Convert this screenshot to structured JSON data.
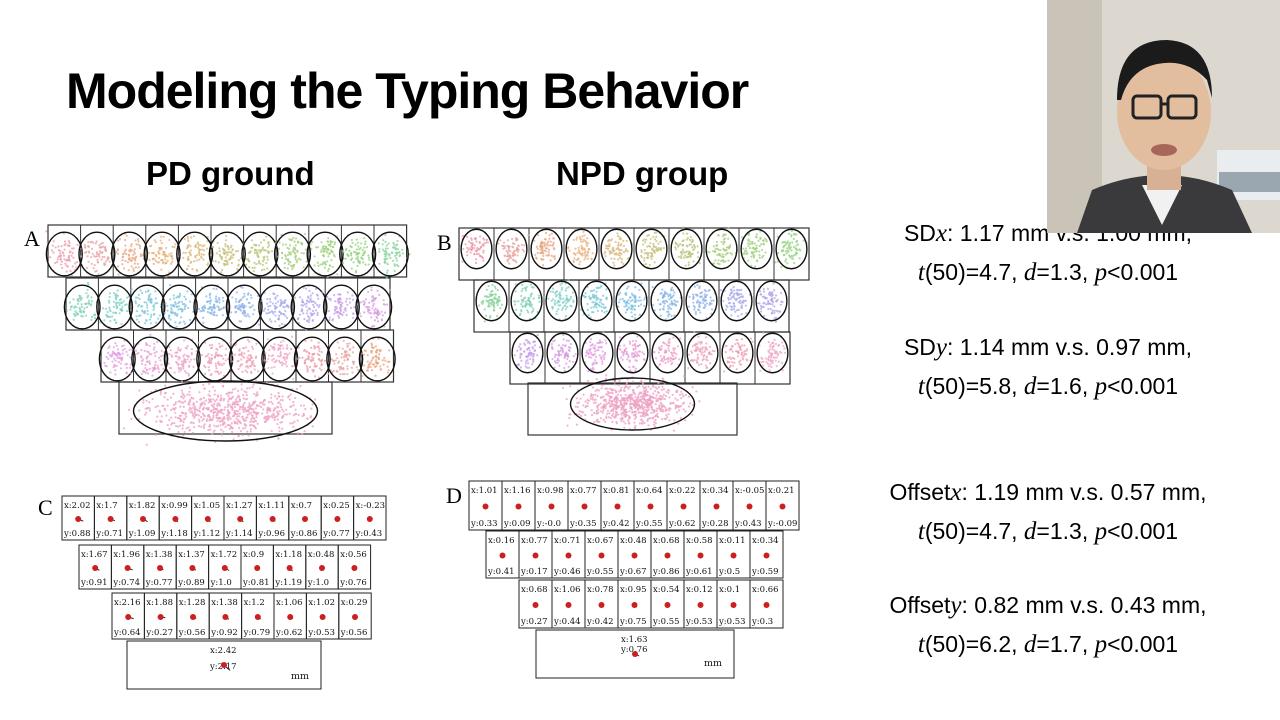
{
  "title": "Modeling the Typing Behavior",
  "columns": {
    "left": "PD ground",
    "right": "NPD group"
  },
  "panel_labels": {
    "a": "A",
    "b": "B",
    "c": "C",
    "d": "D"
  },
  "unit_label": "mm",
  "stats": [
    {
      "var": "SD",
      "sub": "x",
      "text": ": 1.17 mm v.s. 1.00 mm,",
      "line2": {
        "t": "(50)=4.7, ",
        "d": "=1.3, ",
        "p": "<0.001"
      }
    },
    {
      "var": "SD",
      "sub": "y",
      "text": ": 1.14 mm v.s. 0.97 mm,",
      "line2": {
        "t": "(50)=5.8, ",
        "d": "=1.6, ",
        "p": "<0.001"
      }
    },
    {
      "var": "Offset",
      "sub": "x",
      "text": ": 1.19 mm v.s. 0.57 mm,",
      "line2": {
        "t": "(50)=4.7, ",
        "d": "=1.3, ",
        "p": "<0.001"
      }
    },
    {
      "var": "Offset",
      "sub": "y",
      "text": ": 0.82 mm v.s. 0.43 mm,",
      "line2": {
        "t": "(50)=6.2, ",
        "d": "=1.7, ",
        "p": "<0.001"
      }
    }
  ],
  "offsets_pd": {
    "row1": [
      [
        "x:2.02",
        "y:0.88"
      ],
      [
        "x:1.7",
        "y:0.71"
      ],
      [
        "x:1.82",
        "y:1.09"
      ],
      [
        "x:0.99",
        "y:1.18"
      ],
      [
        "x:1.05",
        "y:1.12"
      ],
      [
        "x:1.27",
        "y:1.14"
      ],
      [
        "x:1.11",
        "y:0.96"
      ],
      [
        "x:0.7",
        "y:0.86"
      ],
      [
        "x:0.25",
        "y:0.77"
      ],
      [
        "x:-0.23",
        "y:0.43"
      ]
    ],
    "row2": [
      [
        "x:1.67",
        "y:0.91"
      ],
      [
        "x:1.96",
        "y:0.74"
      ],
      [
        "x:1.38",
        "y:0.77"
      ],
      [
        "x:1.37",
        "y:0.89"
      ],
      [
        "x:1.72",
        "y:1.0"
      ],
      [
        "x:0.9",
        "y:0.81"
      ],
      [
        "x:1.18",
        "y:1.19"
      ],
      [
        "x:0.48",
        "y:1.0"
      ],
      [
        "x:0.56",
        "y:0.76"
      ]
    ],
    "row3": [
      [
        "x:2.16",
        "y:0.64"
      ],
      [
        "x:1.88",
        "y:0.27"
      ],
      [
        "x:1.28",
        "y:0.56"
      ],
      [
        "x:1.38",
        "y:0.92"
      ],
      [
        "x:1.2",
        "y:0.79"
      ],
      [
        "x:1.06",
        "y:0.62"
      ],
      [
        "x:1.02",
        "y:0.53"
      ],
      [
        "x:0.29",
        "y:0.56"
      ]
    ],
    "space": [
      "x:2.42",
      "y:2.17"
    ]
  },
  "offsets_npd": {
    "row1": [
      [
        "x:1.01",
        "y:0.33"
      ],
      [
        "x:1.16",
        "y:0.09"
      ],
      [
        "x:0.98",
        "y:-0.0"
      ],
      [
        "x:0.77",
        "y:0.35"
      ],
      [
        "x:0.81",
        "y:0.42"
      ],
      [
        "x:0.64",
        "y:0.55"
      ],
      [
        "x:0.22",
        "y:0.62"
      ],
      [
        "x:0.34",
        "y:0.28"
      ],
      [
        "x:-0.05",
        "y:0.43"
      ],
      [
        "x:0.21",
        "y:-0.09"
      ]
    ],
    "row2": [
      [
        "x:0.16",
        "y:0.41"
      ],
      [
        "x:0.77",
        "y:0.17"
      ],
      [
        "x:0.71",
        "y:0.46"
      ],
      [
        "x:0.67",
        "y:0.55"
      ],
      [
        "x:0.48",
        "y:0.67"
      ],
      [
        "x:0.68",
        "y:0.86"
      ],
      [
        "x:0.58",
        "y:0.61"
      ],
      [
        "x:0.11",
        "y:0.5"
      ],
      [
        "x:0.34",
        "y:0.59"
      ]
    ],
    "row3": [
      [
        "x:0.68",
        "y:0.27"
      ],
      [
        "x:1.06",
        "y:0.44"
      ],
      [
        "x:0.78",
        "y:0.42"
      ],
      [
        "x:0.95",
        "y:0.75"
      ],
      [
        "x:0.54",
        "y:0.55"
      ],
      [
        "x:0.12",
        "y:0.53"
      ],
      [
        "x:0.1",
        "y:0.53"
      ],
      [
        "x:0.66",
        "y:0.3"
      ]
    ],
    "space": [
      "x:1.63",
      "y:0.76"
    ]
  },
  "colors": {
    "dot": "#cc1f1f",
    "key_palette": [
      "#e99aa8",
      "#e5a3a0",
      "#e8a37c",
      "#e6b07a",
      "#d8b77a",
      "#c6bd78",
      "#b5c374",
      "#a6c978",
      "#9bcf7a",
      "#8fd27a",
      "#88d09a",
      "#7fd0b0",
      "#7ccfc4",
      "#78c8d5",
      "#7cbde0",
      "#86b4e6",
      "#8fb2ea",
      "#a3a7ea",
      "#b2a0ea",
      "#c59be8",
      "#d49be2",
      "#e29be0",
      "#e79ad5",
      "#eb9dc7",
      "#ec9eba",
      "#ec9fb0",
      "#eea3c6"
    ]
  }
}
